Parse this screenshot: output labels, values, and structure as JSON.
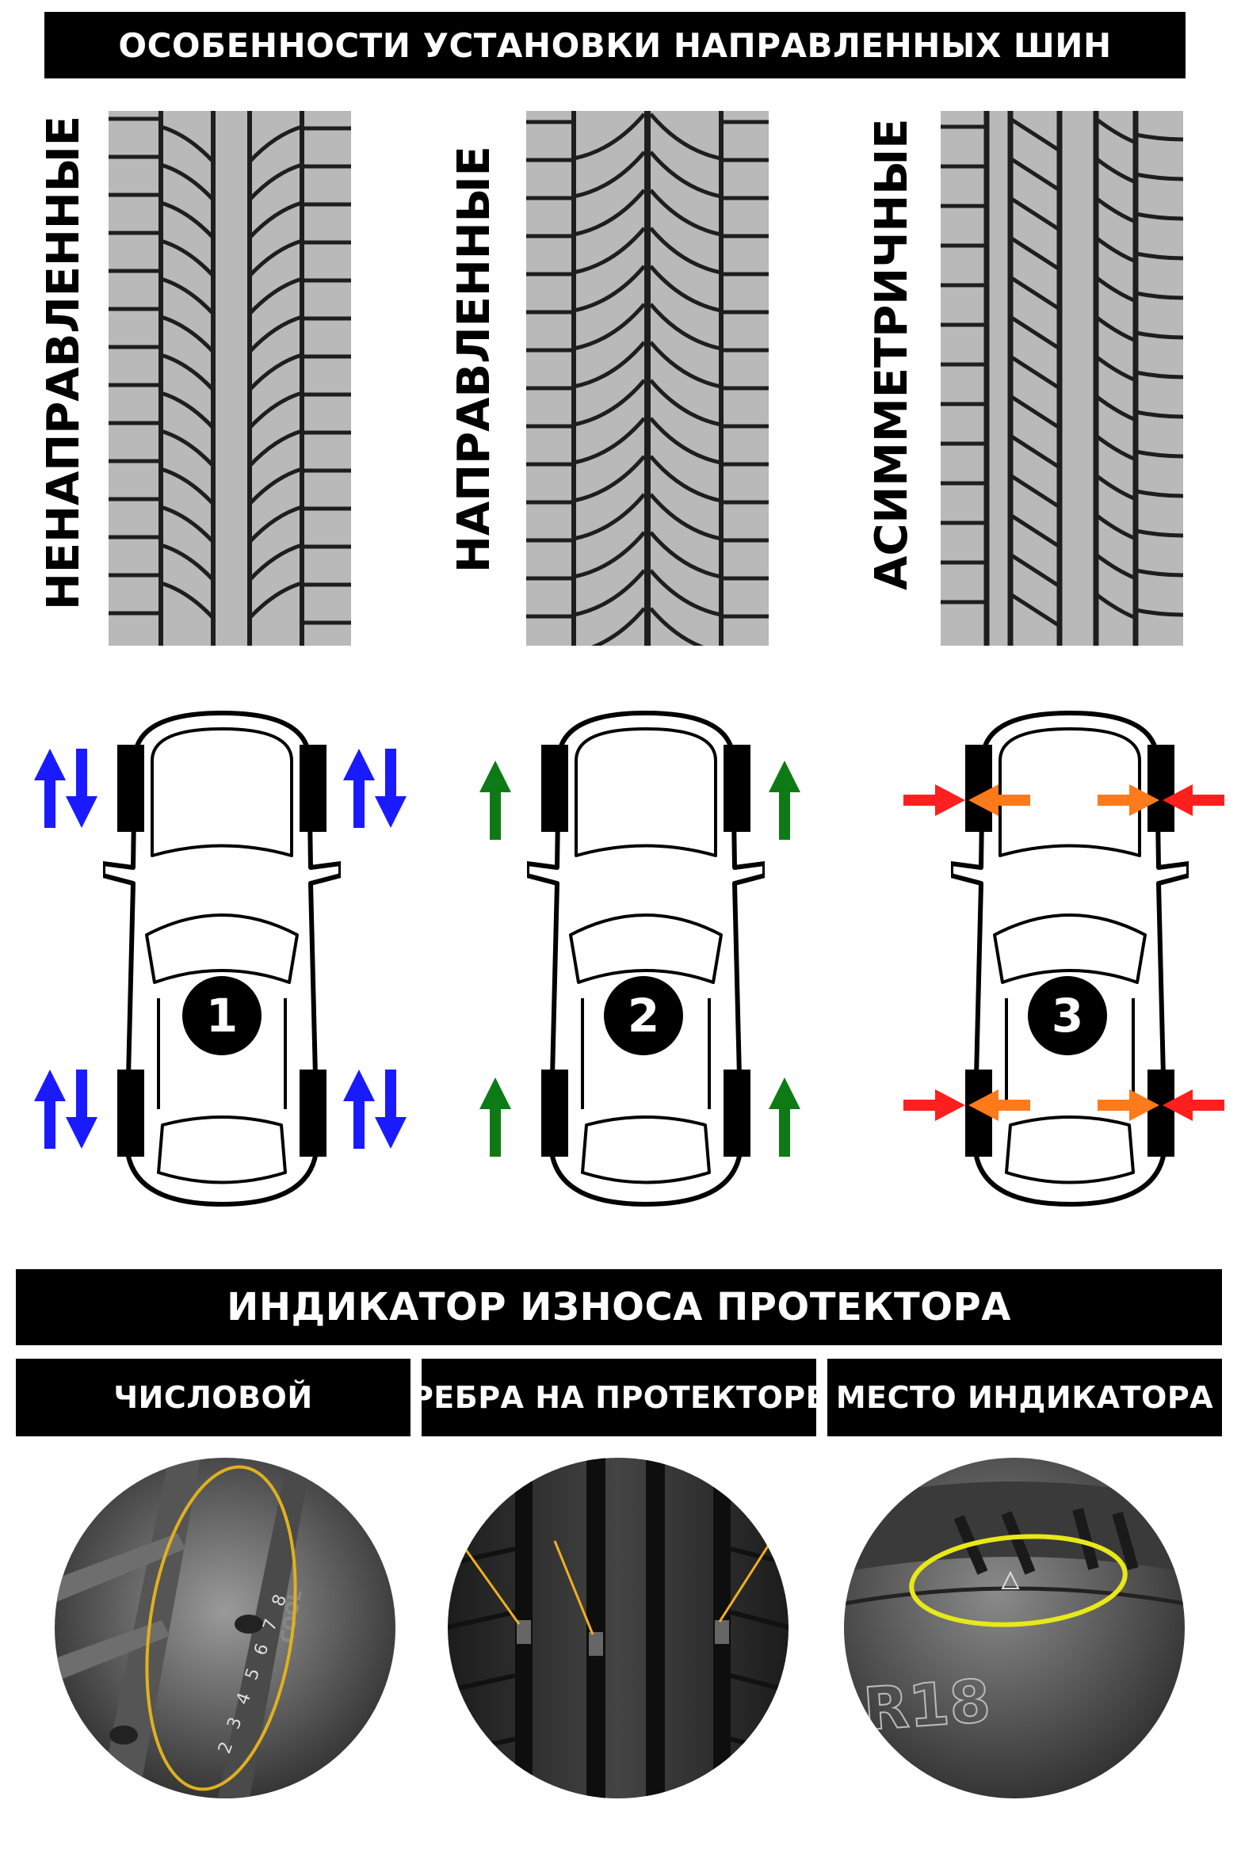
{
  "header": {
    "title": "ОСОБЕННОСТИ УСТАНОВКИ НАПРАВЛЕННЫХ ШИН"
  },
  "tread_types": [
    {
      "label": "НЕНАПРАВЛЕННЫЕ",
      "pattern": "non-directional"
    },
    {
      "label": "НАПРАВЛЕННЫЕ",
      "pattern": "directional"
    },
    {
      "label": "АСИММЕТРИЧНЫЕ",
      "pattern": "asymmetric"
    }
  ],
  "install_schemes": [
    {
      "number": "1",
      "arrows": "up-down",
      "arrow_color": "#1a1aff"
    },
    {
      "number": "2",
      "arrows": "up",
      "arrow_color": "#0e7a16"
    },
    {
      "number": "3",
      "arrows": "converging-sides",
      "arrow_colors": [
        "#ff1f1f",
        "#ff7a1a"
      ]
    }
  ],
  "wear_indicator": {
    "title": "ИНДИКАТОР ИЗНОСА ПРОТЕКТОРА",
    "types": [
      {
        "label": "ЧИСЛОВОЙ",
        "marking": "2 3 4 5 6 7 8",
        "brand": "COOL",
        "highlight_color": "#e0b020"
      },
      {
        "label": "РЕБРА НА ПРОТЕКТОРЕ",
        "highlight_color": "#f0b020"
      },
      {
        "label": "МЕСТО ИНДИКАТОРА",
        "marking": "R18",
        "highlight_color": "#e8e81a"
      }
    ]
  }
}
